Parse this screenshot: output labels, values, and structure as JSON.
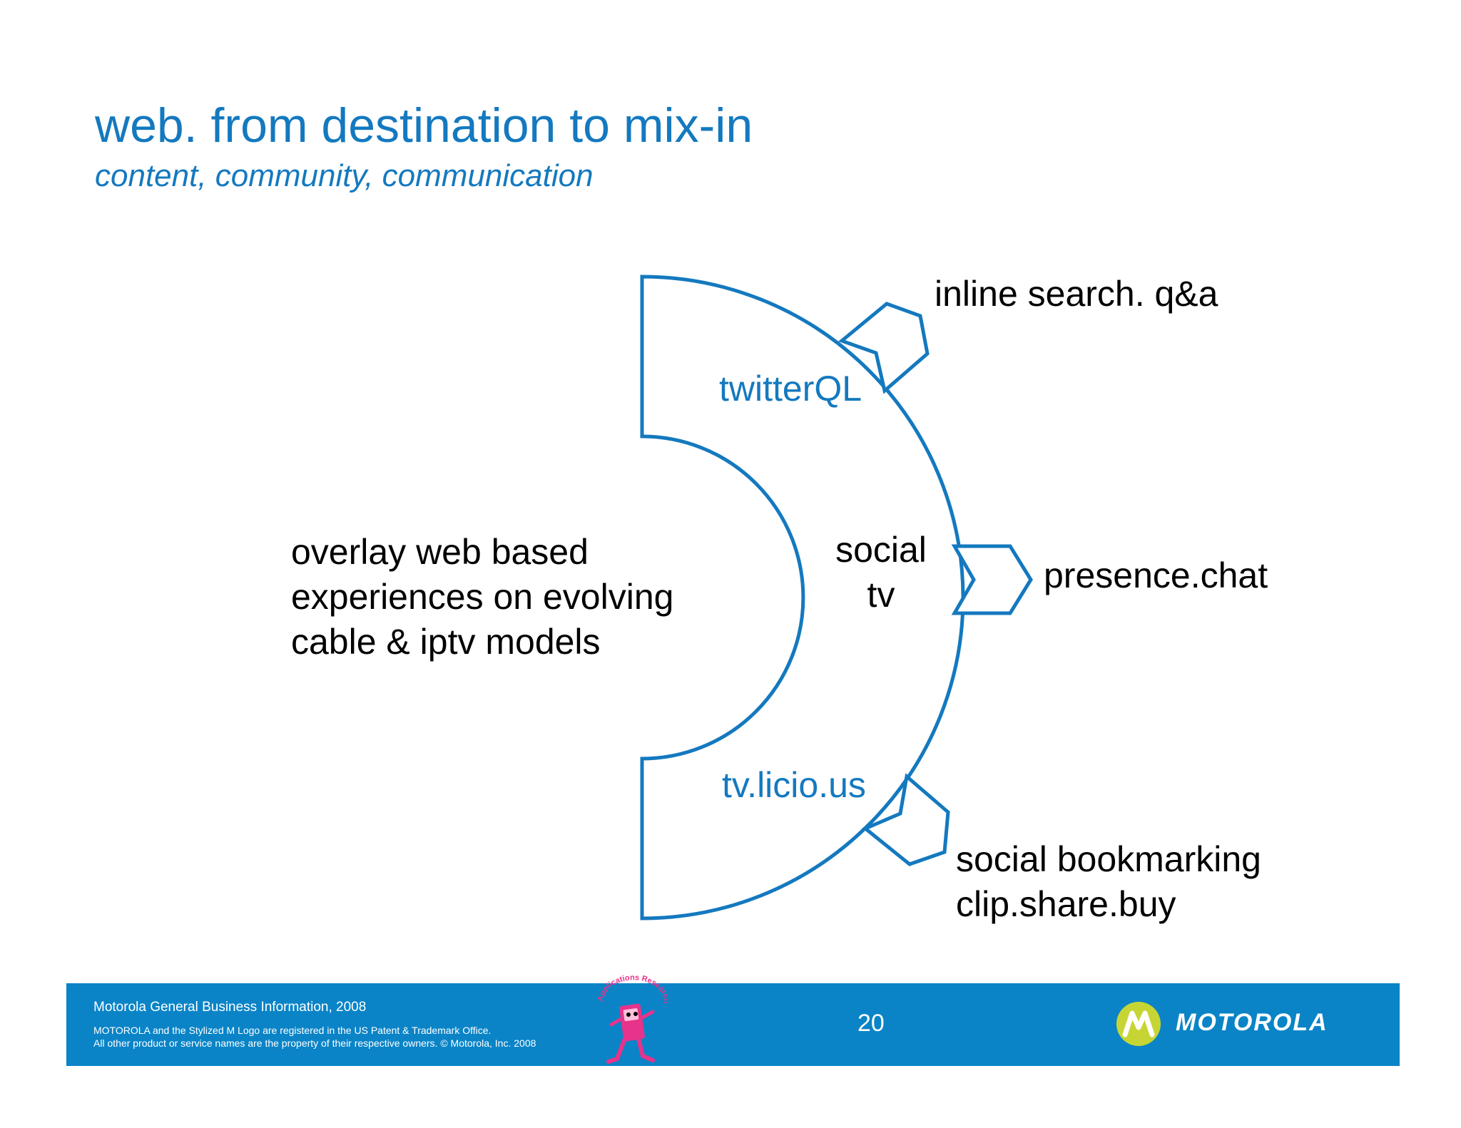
{
  "slide": {
    "title": "web. from destination to mix-in",
    "subtitle": "content, community, communication"
  },
  "diagram": {
    "center_text_lines": [
      "overlay web based",
      "experiences on evolving",
      "cable & iptv models"
    ],
    "arc_labels": {
      "top": "twitterQL",
      "middle_lines": [
        "social",
        "tv"
      ],
      "bottom": "tv.licio.us"
    },
    "callouts": {
      "top": "inline search. q&a",
      "middle": "presence.chat",
      "bottom_lines": [
        "social bookmarking",
        "clip.share.buy"
      ]
    },
    "colors": {
      "stroke": "#1479bf",
      "text_blue": "#1479bf",
      "text": "#000000"
    }
  },
  "footer": {
    "info": "Motorola General Business Information,  2008",
    "legal_lines": [
      "MOTOROLA and the Stylized M Logo are registered in the US Patent & Trademark Office.",
      "All other product or service names are the property of their respective owners. © Motorola, Inc. 2008"
    ],
    "page_number": "20",
    "brand": "MOTOROLA",
    "mascot_badge_text": "Applications Research",
    "colors": {
      "bar": "#0a84c7",
      "logo_circle": "#c7d534",
      "mascot": "#e8338a"
    }
  }
}
